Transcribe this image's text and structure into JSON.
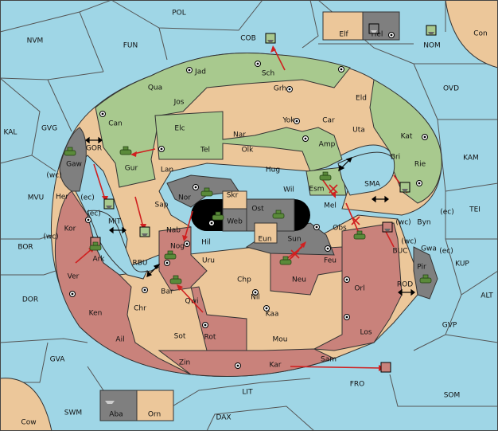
{
  "colors": {
    "sea": "#9fd6e6",
    "neutral": "#ecc79a",
    "green": "#a8c98e",
    "red": "#c9827b",
    "gray": "#7f7f7f",
    "black": "#000000",
    "order": "#d02020"
  },
  "labels": {
    "pol": "POL",
    "cob": "COB",
    "elf": "Elf",
    "hel": "Hel",
    "con": "Con",
    "nvm": "NVM",
    "fun": "FUN",
    "nom": "NOM",
    "ovd": "OVD",
    "jad": "Jad",
    "sch": "Sch",
    "qua": "Qua",
    "jos": "Jos",
    "grh": "Grh",
    "eld": "Eld",
    "can": "Can",
    "yok": "Yok",
    "car": "Car",
    "uta": "Uta",
    "kat": "Kat",
    "kal": "KAL",
    "gvg": "GVG",
    "elc": "Elc",
    "nar": "Nar",
    "amp": "Amp",
    "kam": "KAM",
    "gor": "GOR",
    "tel": "Tel",
    "olk": "Olk",
    "gaw": "Gaw",
    "gur": "Gur",
    "lan": "Lan",
    "hug": "Hug",
    "bri": "Bri",
    "rie": "Rie",
    "sma": "SMA",
    "esm": "Esm",
    "wc1": "(wc)",
    "her": "Her",
    "ec1": "(ec)",
    "mvu": "MVU",
    "nor": "Nor",
    "skr": "Skr",
    "wil": "Wil",
    "ost": "Ost",
    "web": "Web",
    "mel": "Mel",
    "sap": "Sap",
    "mit": "MIT",
    "ec2": "(ec)",
    "kor": "Kor",
    "wc2": "(wc)",
    "nab": "Nab",
    "tei": "TEI",
    "byn": "Byn",
    "ec3": "(ec)",
    "eun": "Eun",
    "sun": "Sun",
    "obs": "Obs",
    "hil": "Hil",
    "wc3": "(wc)",
    "wc4": "(wc)",
    "gwa": "Gwa",
    "ec4": "(ec)",
    "bor": "BOR",
    "ark": "Ark",
    "rbu": "RBU",
    "nog": "Nog",
    "uru": "Uru",
    "feu": "Feu",
    "buc": "BUC",
    "pir": "Pir",
    "kup": "KUP",
    "ver": "Ver",
    "chp": "Chp",
    "neu": "Neu",
    "orl": "Orl",
    "rod": "ROD",
    "dor": "DOR",
    "bar": "Bar",
    "qwi": "Qwi",
    "nil": "Nil",
    "alt": "ALT",
    "ken": "Ken",
    "chr": "Chr",
    "kaa": "Kaa",
    "gvp": "GVP",
    "ail": "Ail",
    "sot": "Sot",
    "rot": "Rot",
    "mou": "Mou",
    "los": "Los",
    "gva": "GVA",
    "zin": "Zin",
    "kar": "Kar",
    "sam": "Sam",
    "fro": "FRO",
    "lit": "LIT",
    "som": "SOM",
    "swm": "SWM",
    "aba": "Aba",
    "orn": "Orn",
    "dax": "DAX",
    "cow": "Cow"
  },
  "units": [
    {
      "name": "fleet-hel",
      "type": "fleet",
      "color": "gray"
    },
    {
      "name": "fleet-cob",
      "type": "fleet",
      "color": "green"
    },
    {
      "name": "fleet-nom",
      "type": "fleet",
      "color": "green"
    },
    {
      "name": "army-gaw",
      "type": "army",
      "color": "green"
    },
    {
      "name": "army-gur",
      "type": "army",
      "color": "green"
    },
    {
      "name": "army-esm",
      "type": "army",
      "color": "green"
    },
    {
      "name": "fleet-bri",
      "type": "fleet",
      "color": "green"
    },
    {
      "name": "fleet-mit",
      "type": "fleet",
      "color": "green"
    },
    {
      "name": "fleet-sap",
      "type": "fleet",
      "color": "green"
    },
    {
      "name": "army-web",
      "type": "army",
      "color": "green"
    },
    {
      "name": "army-ost",
      "type": "army",
      "color": "green"
    },
    {
      "name": "army-obs",
      "type": "army",
      "color": "green"
    },
    {
      "name": "army-ark",
      "type": "army",
      "color": "green"
    },
    {
      "name": "army-nog",
      "type": "army",
      "color": "green"
    },
    {
      "name": "army-sun",
      "type": "army",
      "color": "green"
    },
    {
      "name": "army-bar",
      "type": "army",
      "color": "green"
    },
    {
      "name": "army-pir",
      "type": "army",
      "color": "green"
    },
    {
      "name": "fleet-buc",
      "type": "fleet",
      "color": "red"
    },
    {
      "name": "fleet-fro",
      "type": "fleet",
      "color": "red"
    },
    {
      "name": "fleet-aba",
      "type": "fleet",
      "color": "gray"
    }
  ]
}
